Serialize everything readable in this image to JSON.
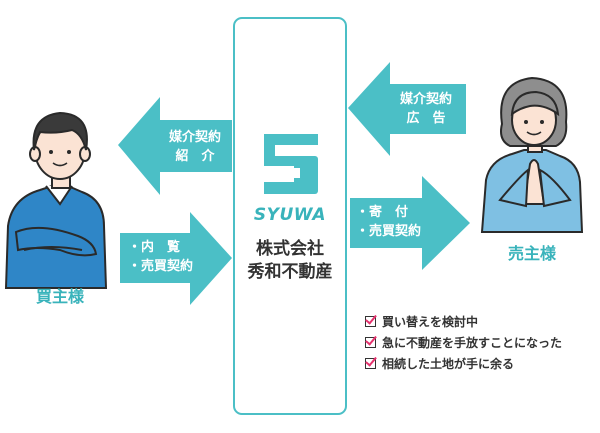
{
  "company": {
    "wordmark": "SYUWA",
    "name_line1": "株式会社",
    "name_line2": "秀和不動産"
  },
  "buyer": {
    "label": "買主様"
  },
  "seller": {
    "label": "売主様"
  },
  "arrows": {
    "to_buyer": {
      "line1": "媒介契約",
      "line2": "紹　介"
    },
    "from_buyer": {
      "line1": "・内　覧",
      "line2": "・売買契約"
    },
    "from_seller": {
      "line1": "媒介契約",
      "line2": "広　告"
    },
    "to_seller": {
      "line1": "・寄　付",
      "line2": "・売買契約"
    }
  },
  "reasons": [
    "買い替えを検討中",
    "急に不動産を手放すことになった",
    "相続した土地が手に余る"
  ],
  "colors": {
    "accent": "#4bbfc6",
    "buyer_shirt": "#2f86c7",
    "seller_shirt": "#7fc0e3",
    "check": "#e6326e"
  },
  "icons": {
    "logo": "syuwa-s-logo-icon",
    "buyer": "buyer-person-icon",
    "seller": "seller-person-icon",
    "checkbox": "checkbox-checked-icon"
  }
}
